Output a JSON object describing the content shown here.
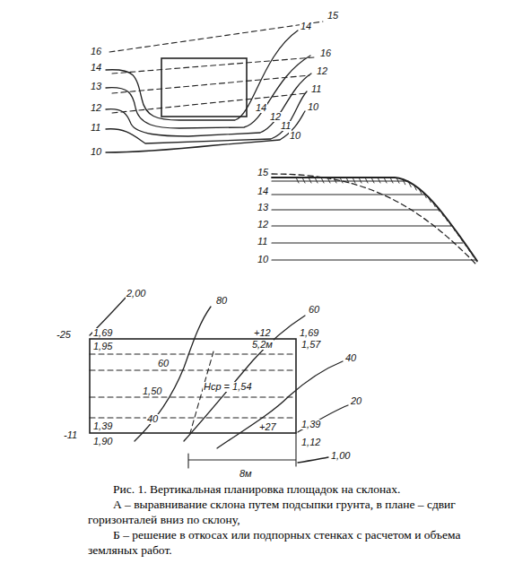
{
  "diagram": {
    "caption": "Рис. 1. Вертикальная планировка площадок на склонах.",
    "labels": [
      "15",
      "14",
      "16",
      "14",
      "13",
      "12",
      "11",
      "10",
      "16",
      "12",
      "11",
      "10",
      "14",
      "12",
      "11",
      "10",
      "15",
      "14",
      "13",
      "12",
      "11",
      "10",
      "2,00",
      "80",
      "60",
      "-25",
      "1,69",
      "+12",
      "1,69",
      "1,95",
      "5,2м",
      "1,57",
      "60",
      "40",
      "Hср = 1,54",
      "1,50",
      "20",
      "40",
      "-11",
      "1,39",
      "+27",
      "1,39",
      "1,90",
      "1,12",
      "1,00",
      "8м",
      "А – выравнивание склона путем подсыпки грунта, в плане – сдвиг горизонталей вниз по склону,",
      "Б – решение в откосах или подпорных стенках с расчетом и объема земляных работ."
    ]
  }
}
